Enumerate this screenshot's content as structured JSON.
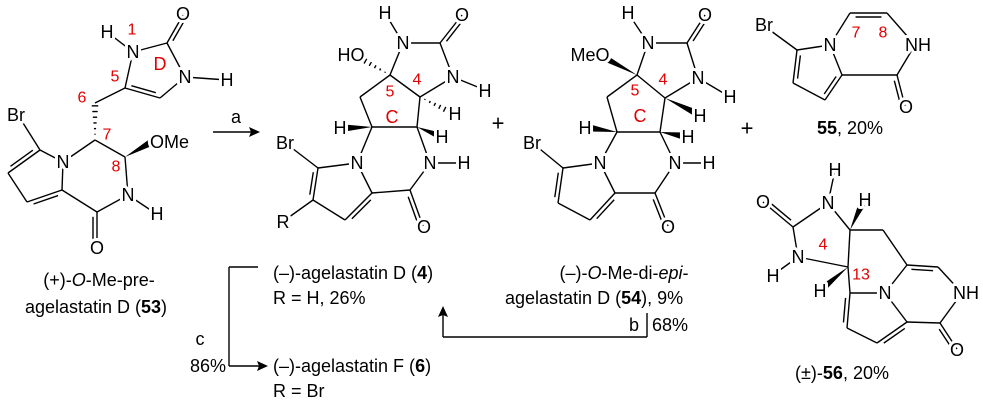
{
  "colors": {
    "locant": "#e00000",
    "ink": "#000000"
  },
  "compound_53": {
    "atoms": {
      "h1": "H",
      "n1": "N",
      "o2": "O",
      "n3": "N",
      "h3": "H",
      "br": "Br",
      "n_pyr": "N",
      "ome": "OMe",
      "n_amide": "N",
      "h_amide": "H",
      "o_carbonyl": "O"
    },
    "locants": {
      "l1": "1",
      "ring": "D",
      "l5": "5",
      "l6": "6",
      "l7": "7",
      "l8": "8"
    },
    "caption": {
      "line1_pre": "(+)-",
      "line1_italic": "O",
      "line1_post": "-Me-pre-",
      "line2_pre": "agelastatin D (",
      "number": "53",
      "line2_post": ")"
    }
  },
  "reaction": {
    "a": "a",
    "b": "b",
    "b_yield": "68%",
    "c": "c",
    "c_yield": "86%",
    "plus": "+"
  },
  "compound_4": {
    "atoms": {
      "h_top": "H",
      "n1": "N",
      "o": "O",
      "n3": "N",
      "h3": "H",
      "ho": "HO",
      "h4": "H",
      "h_left": "H",
      "h_right": "H",
      "n_pyr": "N",
      "n_amide": "N",
      "h_amide": "H",
      "o_carbonyl": "O",
      "br": "Br",
      "r": "R"
    },
    "locants": {
      "l5": "5",
      "l4": "4",
      "ring": "C"
    },
    "caption": {
      "name_pre": "(–)-agelastatin D (",
      "number": "4",
      "name_post": ")",
      "detail": "R = H, 26%"
    }
  },
  "compound_6": {
    "caption": {
      "name_pre": "(–)-agelastatin F (",
      "number": "6",
      "name_post": ")",
      "detail": "R = Br"
    }
  },
  "compound_54": {
    "atoms": {
      "h_top": "H",
      "n1": "N",
      "o": "O",
      "n3": "N",
      "h3": "H",
      "meo": "MeO",
      "h4": "H",
      "h_left": "H",
      "h_right": "H",
      "n_pyr": "N",
      "n_amide": "N",
      "h_amide": "H",
      "o_carbonyl": "O",
      "br": "Br"
    },
    "locants": {
      "l5": "5",
      "l4": "4",
      "ring": "C"
    },
    "caption": {
      "line1_pre": "(–)-",
      "line1_italic1": "O",
      "line1_mid": "-Me-di-",
      "line1_italic2": "epi",
      "line1_post": "-",
      "line2_pre": "agelastatin D (",
      "number": "54",
      "line2_post": "), 9%"
    }
  },
  "compound_55": {
    "atoms": {
      "br": "Br",
      "n_pyr": "N",
      "nh": "NH",
      "o": "O"
    },
    "locants": {
      "l7": "7",
      "l8": "8"
    },
    "caption": {
      "number": "55",
      "yield": ", 20%"
    }
  },
  "compound_56": {
    "atoms": {
      "h_top": "H",
      "n1": "N",
      "h_right": "H",
      "o": "O",
      "n3": "N",
      "h3": "H",
      "h_bottom": "H",
      "n_pyr": "N",
      "nh": "NH",
      "o_carbonyl": "O"
    },
    "locants": {
      "l4": "4",
      "l13": "13"
    },
    "caption": {
      "prefix": "(±)-",
      "number": "56",
      "yield": ", 20%"
    }
  }
}
